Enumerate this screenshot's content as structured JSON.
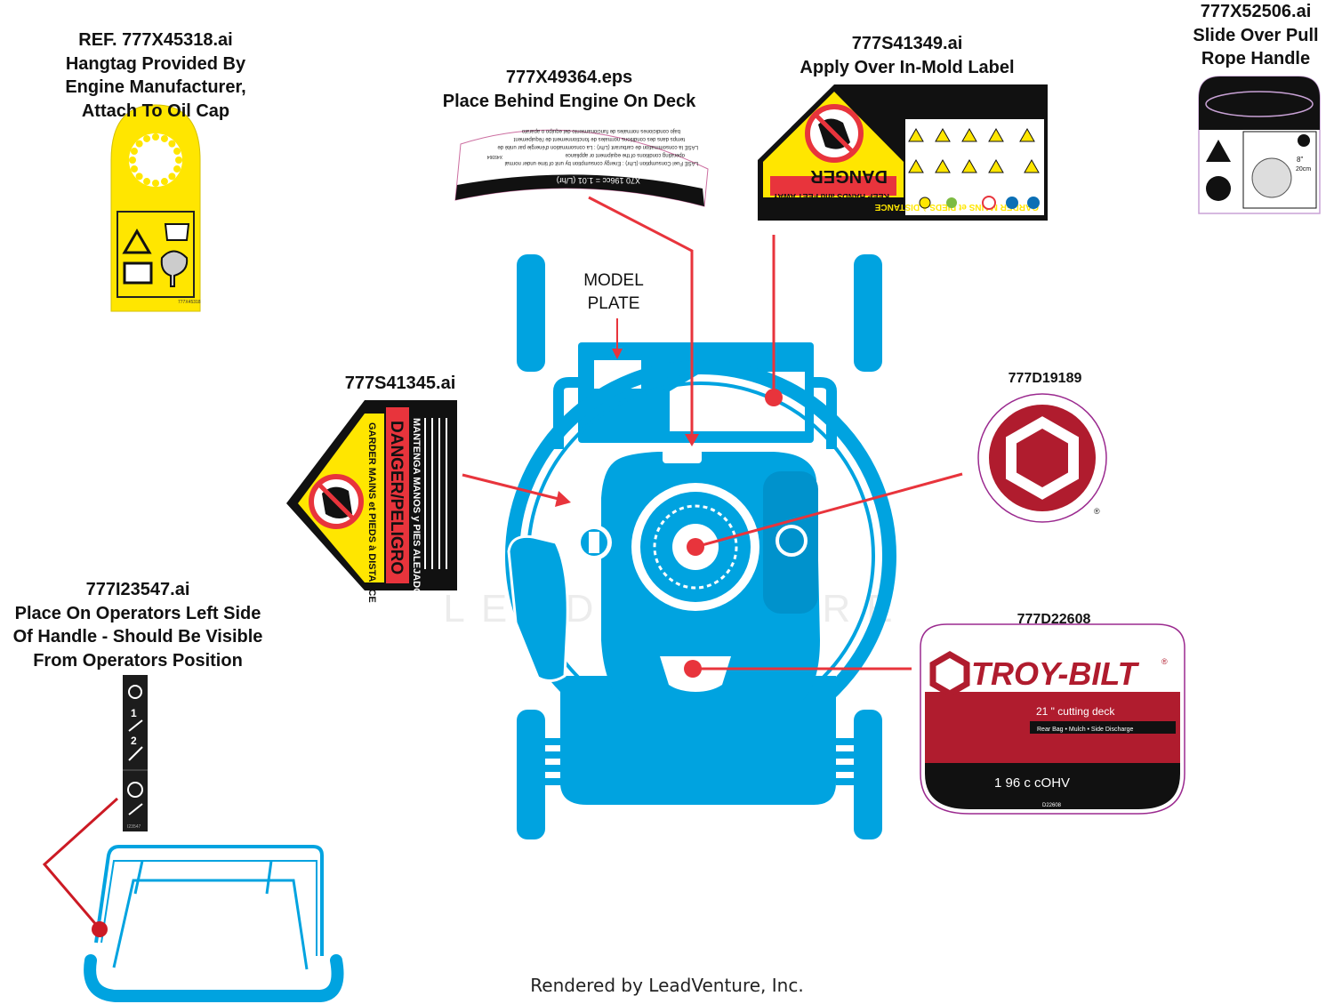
{
  "colors": {
    "mower_blue": "#00a3e0",
    "leader_red": "#e8343c",
    "danger_yellow": "#ffe600",
    "brand_red": "#b01c2e",
    "brand_black": "#111111"
  },
  "callouts": {
    "hangtag": {
      "lines": [
        "REF. 777X45318.ai",
        "Hangtag Provided By",
        "Engine Manufacturer,",
        "Attach To Oil Cap"
      ],
      "code": "777X45318"
    },
    "fuel": {
      "lines": [
        "777X49364.eps",
        "Place Behind Engine On Deck"
      ],
      "code": "X49364",
      "decal_lines": [
        "X70 196cc = 1.01  (L/hr)",
        "LASE Fuel Consumption (L/hr) : Energy consumption by unit of time under normal",
        "operating conditions of the equipment or appliance",
        "LASE la consommation de carburant (L/hr) : La consommation d'énergie par unité de",
        "temps dans des conditions normales de fonctionnement de l'équipement",
        "bajo condiciones normales de funcionamiento del equipo o aparato"
      ]
    },
    "inmold": {
      "lines": [
        "777S41349.ai",
        "Apply Over In-Mold Label"
      ],
      "danger": "DANGER",
      "keep": "KEEP HANDS and FEET AWAY",
      "garder": "GARDER MAINS et PIEDS à DISTANCE"
    },
    "rope": {
      "lines": [
        "777X52506.ai",
        "Slide Over Pull",
        "Rope Handle"
      ],
      "size1": "8\"",
      "size2": "20cm"
    },
    "model": {
      "lines": [
        "MODEL",
        "PLATE"
      ]
    },
    "pentagon": {
      "lines": [
        "777S41345.ai"
      ],
      "danger": "DANGER/PELIGRO",
      "fr": "GARDER MAINS et PIEDS à DISTANCE",
      "es": "MANTENGA MANOS y PIES ALEJADOS"
    },
    "round": {
      "lines": [
        "777D19189"
      ],
      "mark": "®"
    },
    "handle": {
      "lines": [
        "777I23547.ai",
        "Place On Operators Left Side",
        "Of Handle - Should Be Visible",
        "From Operators Position"
      ],
      "n1": "1",
      "n2": "2",
      "code": "I23547"
    },
    "brand": {
      "lines": [
        "777D22608"
      ],
      "logo": "TROY-BILT",
      "mark": "®",
      "deck": "21 \" cutting deck",
      "options": "Rear Bag   • Mulch   • Side Discharge",
      "engine": "1 96    c  cOHV",
      "code": "D22608"
    }
  },
  "watermark": "LEADVENTURE",
  "footer": "Rendered by LeadVenture, Inc."
}
